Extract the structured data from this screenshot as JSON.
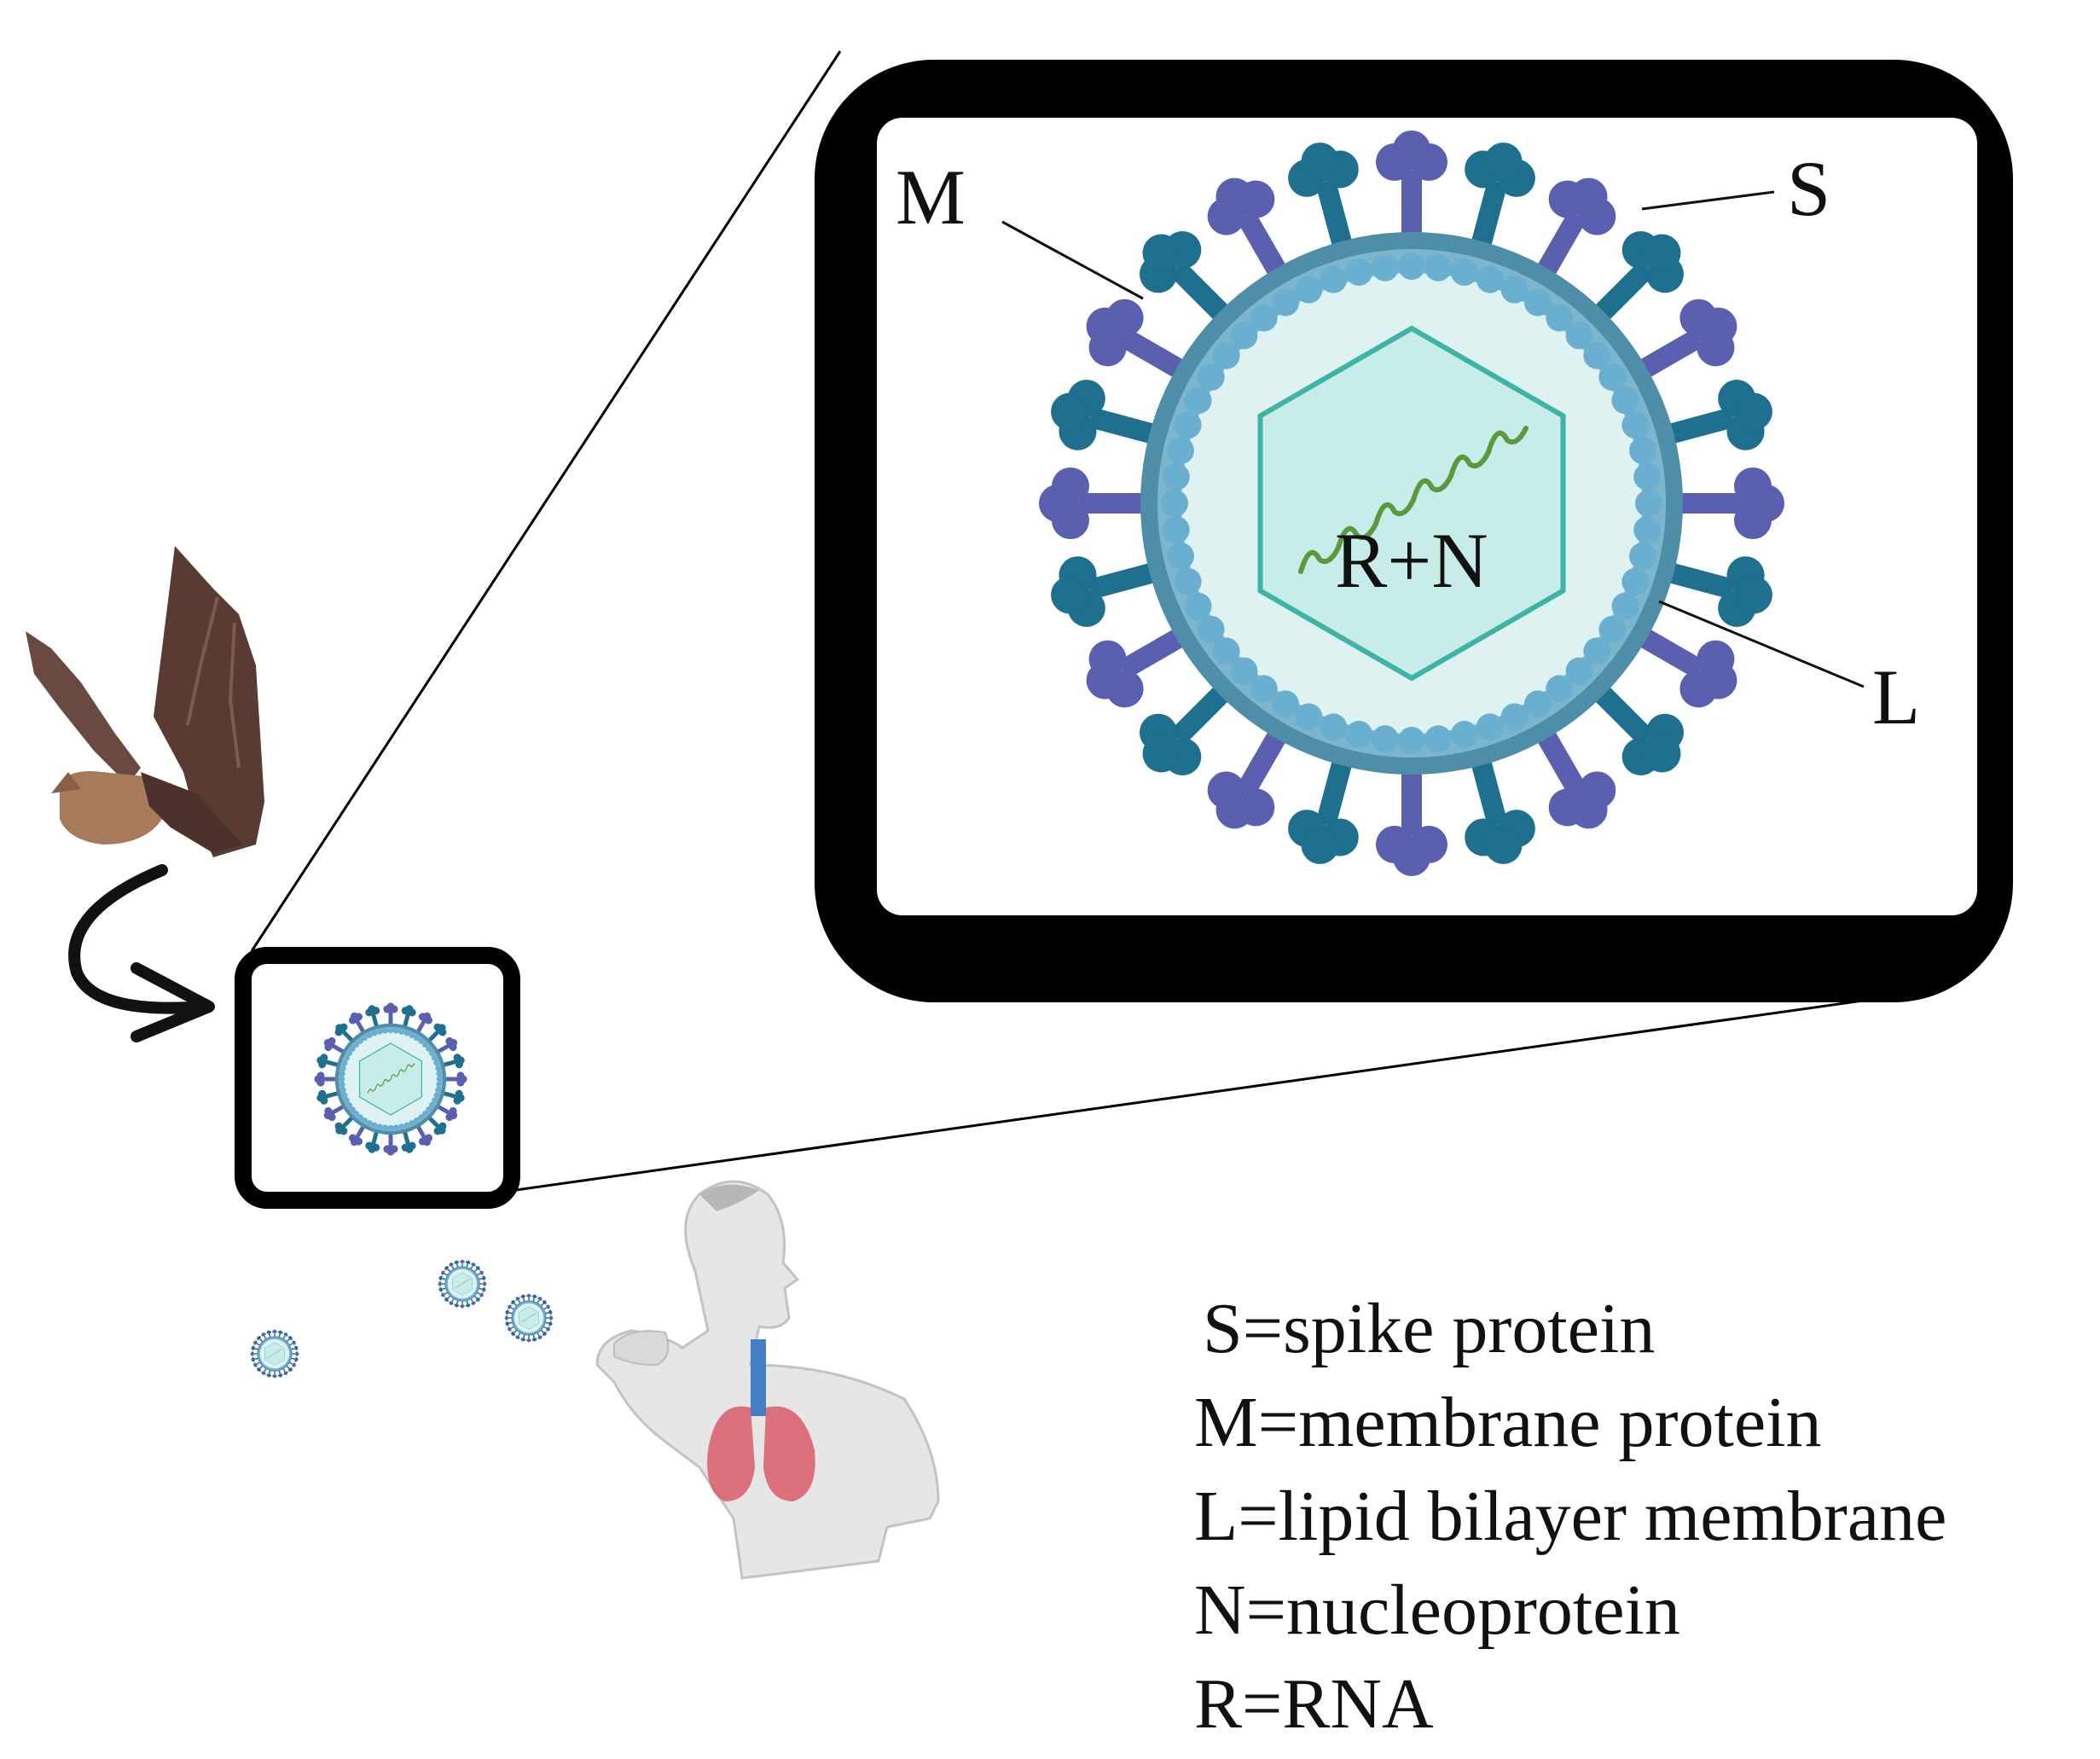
{
  "labels": {
    "m": "M",
    "s": "S",
    "l": "L",
    "rn": "R+N"
  },
  "legend": [
    "S=spike protein",
    "M=membrane protein",
    "L=lipid bilayer membrane",
    "N=nucleoprotein",
    "R=RNA"
  ],
  "colors": {
    "frame": "#000000",
    "membrane_outer": "#4f8ea8",
    "membrane_inner": "#7db6cc",
    "lipid_beads": "#6aaed0",
    "core_fill": "#dff2f2",
    "capsid_stroke": "#3fb3a6",
    "capsid_fill": "#c8ecea",
    "rna": "#5a9a3c",
    "spike_s": "#5a5fb0",
    "spike_m": "#1f6f8f",
    "bat_wing": "#5a3b33",
    "bat_body": "#a67a5a",
    "lung": "#d84a5a",
    "person": "#bdbdbd"
  },
  "icons": [
    "bat-icon",
    "curved-arrow-icon",
    "virus-icon",
    "coughing-person-icon",
    "lungs-icon"
  ]
}
